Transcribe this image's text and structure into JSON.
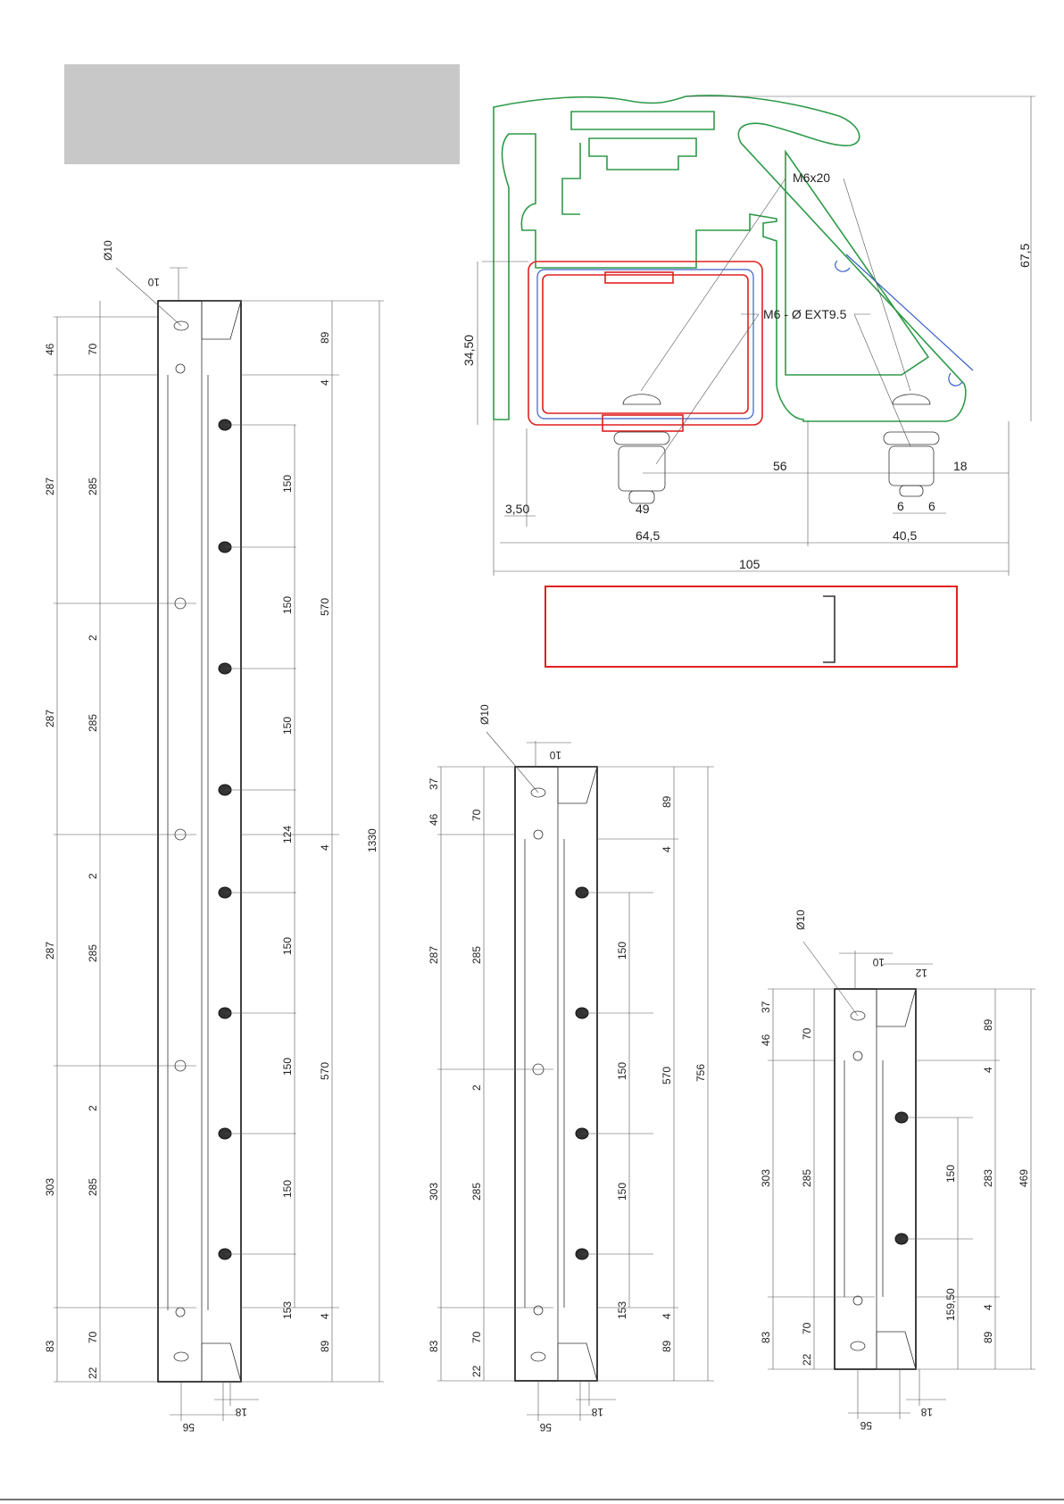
{
  "profile": {
    "labels": {
      "screw": "M6x20",
      "bolt": "M6 - Ø EXT9.5",
      "height_total": "67,5",
      "height_inner": "34,50",
      "offset": "3,50",
      "head": "49",
      "center": "56",
      "nut": "18",
      "nut_a": "6",
      "nut_b": "6",
      "left_width": "64,5",
      "right_width": "40,5",
      "total_width": "105"
    }
  },
  "drawing_1330": {
    "top_hole": "Ø10",
    "top_offset": "10",
    "left_outer": [
      "46",
      "287",
      "287",
      "287",
      "303",
      "83"
    ],
    "left_inner": [
      "70",
      "285",
      "2",
      "285",
      "2",
      "285",
      "2",
      "285",
      "70",
      "22"
    ],
    "right_pitch": [
      "150",
      "150",
      "150",
      "124",
      "150",
      "150",
      "150",
      "153"
    ],
    "right_segments": [
      "89",
      "4",
      "570",
      "4",
      "570",
      "4",
      "89"
    ],
    "total": "1330",
    "bottom_width": "56",
    "bottom_offset": "18"
  },
  "drawing_756": {
    "top_hole": "Ø10",
    "top_offset": "10",
    "left_outer": [
      "37",
      "46",
      "287",
      "303",
      "83"
    ],
    "left_inner": [
      "70",
      "285",
      "2",
      "285",
      "70",
      "22"
    ],
    "right_pitch": [
      "150",
      "150",
      "150",
      "153"
    ],
    "right_segments": [
      "89",
      "4",
      "570",
      "4",
      "89"
    ],
    "total": "756",
    "bottom_width": "56",
    "bottom_offset": "18"
  },
  "drawing_469": {
    "top_hole": "Ø10",
    "top_offset": "10",
    "top_offset_b": "12",
    "left_outer": [
      "37",
      "46",
      "303",
      "83"
    ],
    "left_inner": [
      "70",
      "285",
      "70",
      "22"
    ],
    "right_pitch": [
      "150",
      "159,50"
    ],
    "right_segments": [
      "89",
      "4",
      "283",
      "4",
      "89"
    ],
    "total": "469",
    "bottom_width": "56",
    "bottom_offset": "18"
  }
}
